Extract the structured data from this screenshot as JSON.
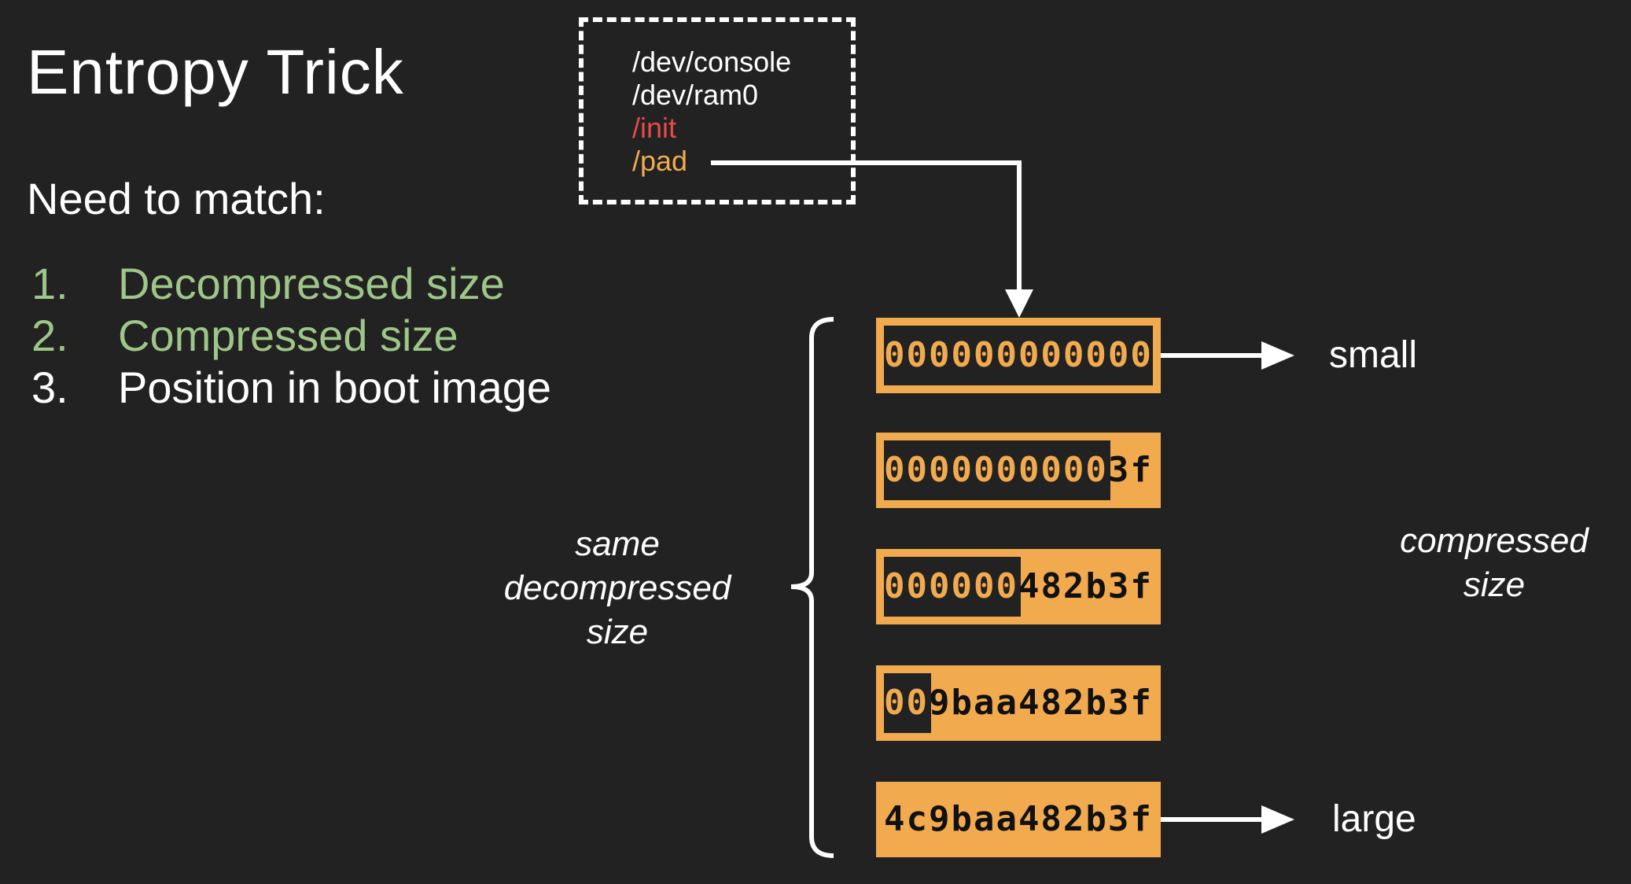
{
  "slide": {
    "title": "Entropy Trick",
    "subtitle": "Need to match:",
    "list": [
      {
        "num": "1.",
        "text": "Decompressed size",
        "color": "#9ec688"
      },
      {
        "num": "2.",
        "text": "Compressed size",
        "color": "#9ec688"
      },
      {
        "num": "3.",
        "text": "Position in boot image",
        "color": "#ffffff"
      }
    ]
  },
  "files": [
    {
      "path": "/dev/console",
      "color": "#ffffff"
    },
    {
      "path": "/dev/ram0",
      "color": "#ffffff"
    },
    {
      "path": "/init",
      "color": "#e84a4a"
    },
    {
      "path": "/pad",
      "color": "#f2aa4f"
    }
  ],
  "pad_variants": [
    {
      "zeros": "000000000000",
      "rest": ""
    },
    {
      "zeros": "0000000000",
      "rest": "3f"
    },
    {
      "zeros": "000000",
      "rest": "482b3f"
    },
    {
      "zeros": "00",
      "rest": "9baa482b3f"
    },
    {
      "zeros": "",
      "rest": "4c9baa482b3f"
    }
  ],
  "labels": {
    "small": "small",
    "large": "large",
    "left_line1": "same",
    "left_line2": "decompressed",
    "left_line3": "size",
    "right_line1": "compressed",
    "right_line2": "size"
  },
  "colors": {
    "background": "#222222",
    "accent_orange": "#f2aa4f",
    "accent_green": "#9ec688",
    "accent_red": "#e84a4a"
  }
}
